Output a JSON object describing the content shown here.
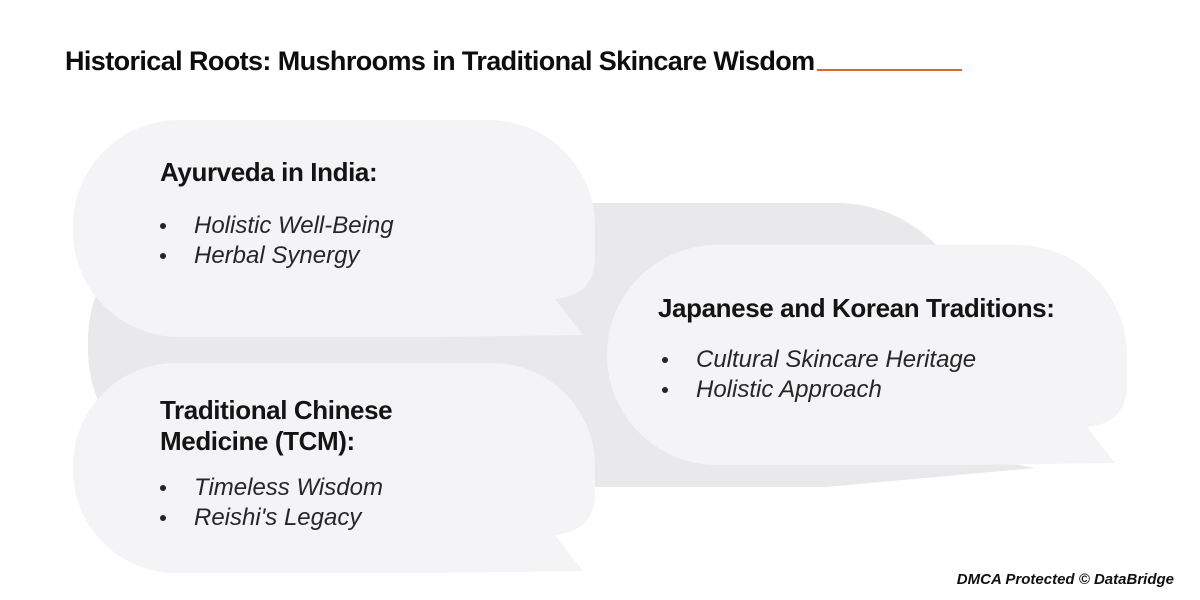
{
  "page": {
    "title": "Historical Roots: Mushrooms in Traditional Skincare Wisdom",
    "watermark": "DMCA Protected © DataBridge"
  },
  "bubbles": [
    {
      "heading": "Ayurveda in India:",
      "bullets": [
        "Holistic Well-Being",
        "Herbal Synergy"
      ]
    },
    {
      "heading": "Japanese and Korean Traditions:",
      "bullets": [
        "Cultural Skincare Heritage",
        "Holistic Approach"
      ]
    },
    {
      "heading": "Traditional Chinese Medicine (TCM):",
      "bullets": [
        "Timeless Wisdom",
        "Reishi's Legacy"
      ]
    }
  ],
  "colors": {
    "accent_underline": "#E2632B",
    "bubble_fill": "#F4F4F6",
    "bubble_shadow_fill": "#E9E9EB",
    "text_primary": "#141414"
  }
}
